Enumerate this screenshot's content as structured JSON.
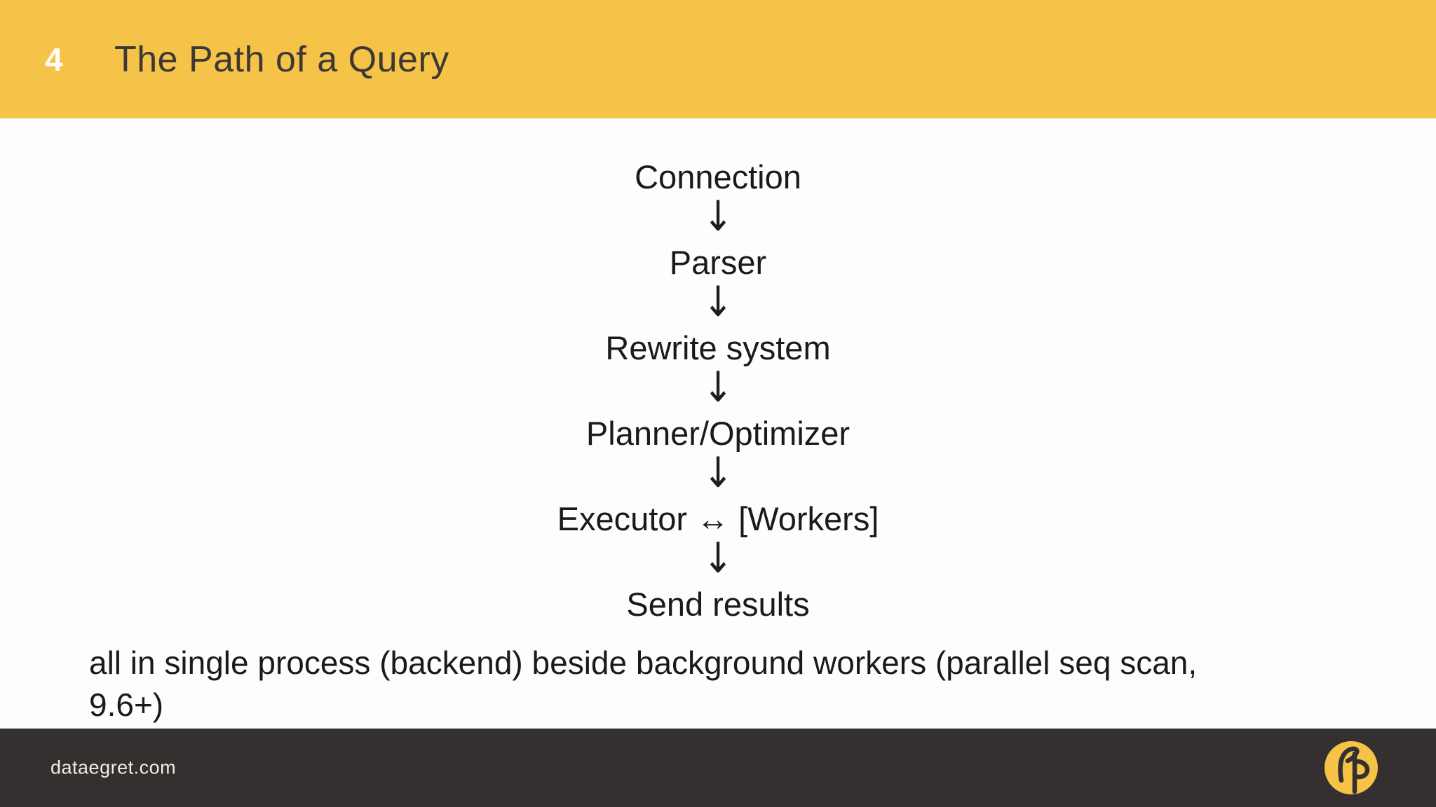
{
  "colors": {
    "accent": "#F5C347",
    "footer_bg": "#353030",
    "header_text": "#3C3835",
    "header_number": "#FFFDF6",
    "body_text": "#1A1A1A",
    "footer_text": "#F1EEE9"
  },
  "header": {
    "number": "4",
    "title": "The Path of a Query"
  },
  "icons": {
    "down_arrow": "↓",
    "left_right_arrow": "↔",
    "logo": "egret-bird-in-yellow-circle"
  },
  "flow": {
    "steps": [
      "Connection",
      "Parser",
      "Rewrite system",
      "Planner/Optimizer",
      "Executor ↔ [Workers]",
      "Send results"
    ]
  },
  "note": {
    "lines": [
      "all in single process (backend) beside background workers (parallel seq scan,",
      "9.6+)"
    ]
  },
  "footer": {
    "url": "dataegret.com"
  }
}
